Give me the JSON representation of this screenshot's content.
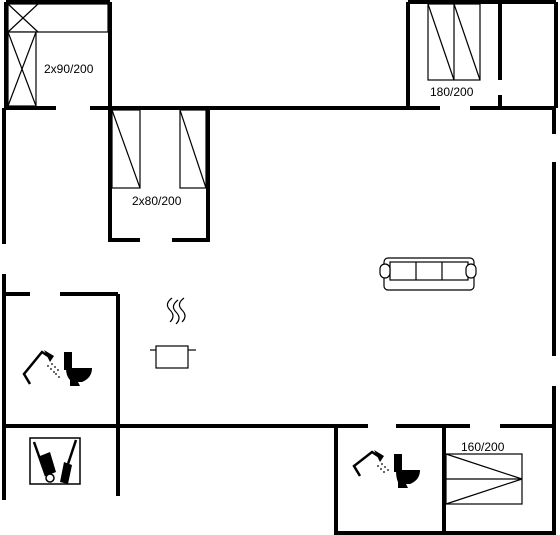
{
  "rooms": {
    "bedroom_1": {
      "bed_label": "2x90/200"
    },
    "bedroom_2": {
      "bed_label": "2x80/200"
    },
    "bedroom_3": {
      "bed_label": "180/200"
    },
    "bedroom_4": {
      "bed_label": "160/200"
    }
  },
  "icons": {
    "sofa": "sofa-icon",
    "kitchen": "cooking-pot-icon",
    "shower": "shower-icon",
    "toilet": "toilet-icon",
    "utility": "vacuum-broom-icon"
  }
}
